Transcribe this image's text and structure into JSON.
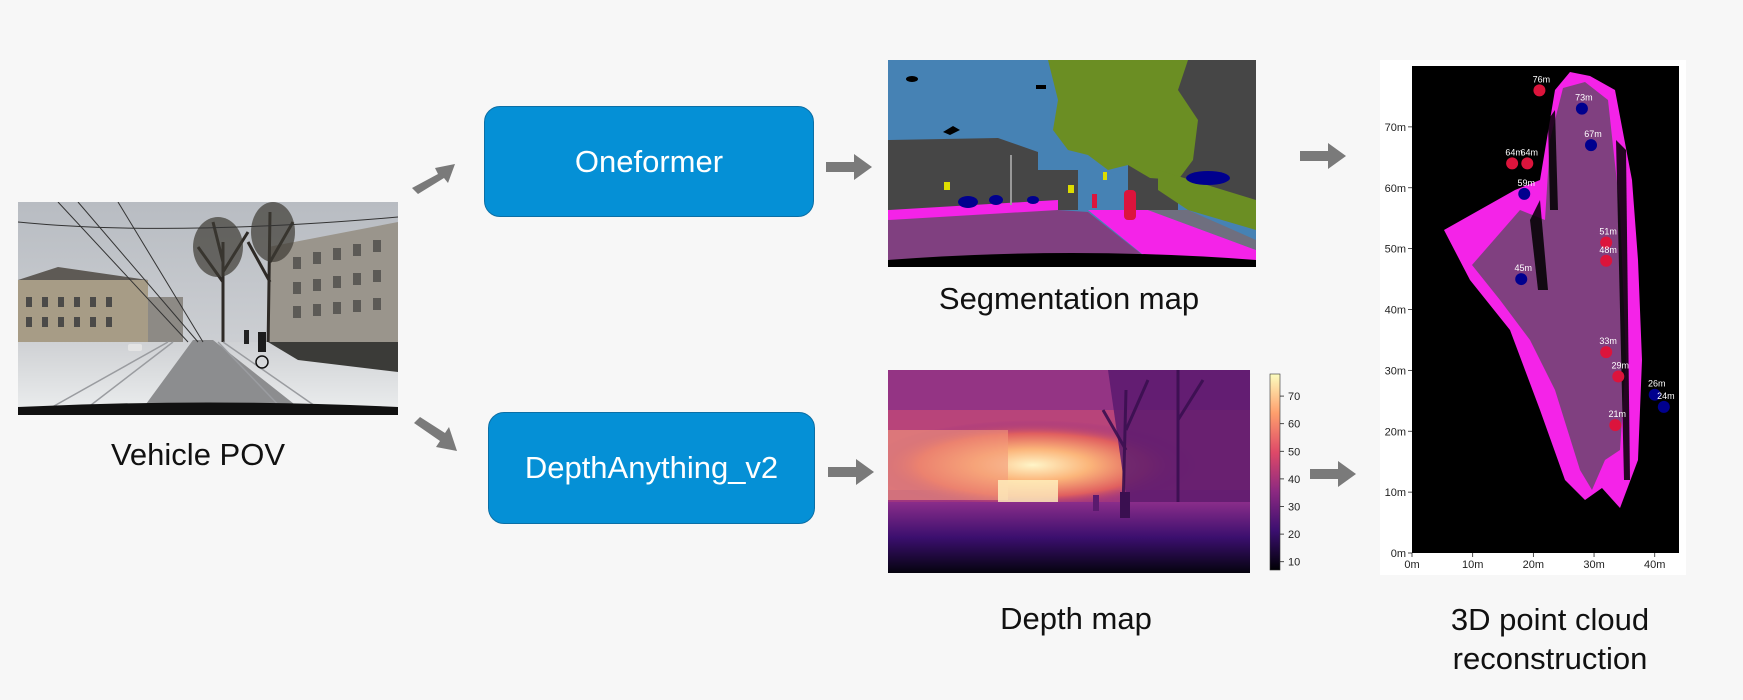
{
  "vehicle": {
    "caption": "Vehicle POV"
  },
  "models": {
    "segmentation_model": "Oneformer",
    "depth_model": "DepthAnything_v2"
  },
  "outputs": {
    "segmentation_caption": "Segmentation map",
    "depth_caption": "Depth map",
    "pointcloud_caption_line1": "3D point cloud",
    "pointcloud_caption_line2": "reconstruction"
  },
  "colors": {
    "model_box": "#0590d6",
    "arrow": "#7a7a7a",
    "seg_sky": "#4682b4",
    "seg_vegetation": "#6b8e23",
    "seg_building": "#464646",
    "seg_road": "#804080",
    "seg_sidewalk": "#f423e8",
    "seg_car": "#00008e",
    "seg_person": "#dc143c",
    "seg_sign": "#dcdc00"
  },
  "depth_colorbar": {
    "ticks": [
      "70",
      "60",
      "50",
      "40",
      "30",
      "20",
      "10"
    ],
    "range": [
      7,
      78
    ]
  },
  "chart_data": {
    "type": "scatter",
    "x_ticks": [
      "0m",
      "10m",
      "20m",
      "30m",
      "40m"
    ],
    "y_ticks": [
      "0m",
      "10m",
      "20m",
      "30m",
      "40m",
      "50m",
      "60m",
      "70m"
    ],
    "xlim": [
      0,
      44
    ],
    "ylim": [
      0,
      80
    ],
    "points": [
      {
        "x": 21,
        "y": 76,
        "label": "76m",
        "color": "#dc143c"
      },
      {
        "x": 28,
        "y": 73,
        "label": "73m",
        "color": "#00008e"
      },
      {
        "x": 29.5,
        "y": 67,
        "label": "67m",
        "color": "#00008e"
      },
      {
        "x": 16.5,
        "y": 64,
        "label": "64m",
        "color": "#dc143c"
      },
      {
        "x": 19,
        "y": 64,
        "label": "64m",
        "color": "#dc143c"
      },
      {
        "x": 18.5,
        "y": 59,
        "label": "59m",
        "color": "#00008e"
      },
      {
        "x": 32,
        "y": 51,
        "label": "51m",
        "color": "#dc143c"
      },
      {
        "x": 32,
        "y": 48,
        "label": "48m",
        "color": "#dc143c"
      },
      {
        "x": 18,
        "y": 45,
        "label": "45m",
        "color": "#00008e"
      },
      {
        "x": 32,
        "y": 33,
        "label": "33m",
        "color": "#dc143c"
      },
      {
        "x": 34,
        "y": 29,
        "label": "29m",
        "color": "#dc143c"
      },
      {
        "x": 40,
        "y": 26,
        "label": "26m",
        "color": "#00008e"
      },
      {
        "x": 41.5,
        "y": 24,
        "label": "24m",
        "color": "#00008e"
      },
      {
        "x": 33.5,
        "y": 21,
        "label": "21m",
        "color": "#dc143c"
      }
    ]
  }
}
